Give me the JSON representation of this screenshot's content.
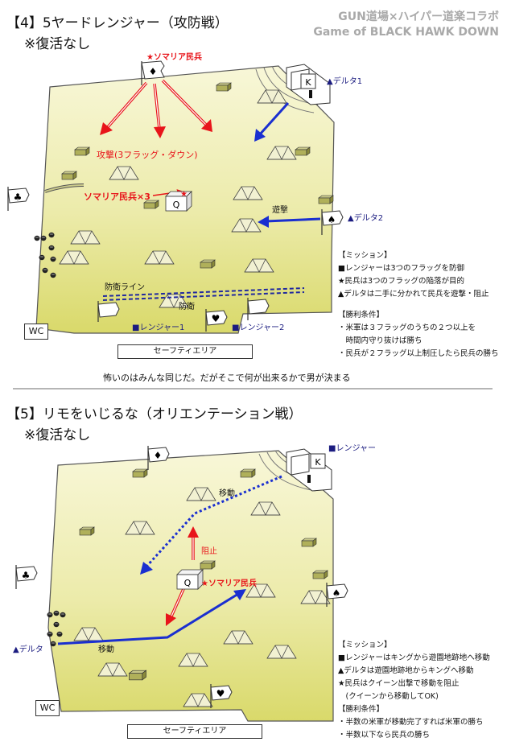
{
  "credit": {
    "line1": "GUN道場×ハイパー道楽コラボ",
    "line2": "Game of BLACK HAWK DOWN"
  },
  "colors": {
    "map_top": "#f8f7d8",
    "map_bottom": "#d9d96a",
    "enemy": "#e8141a",
    "friendly": "#1b1c80"
  },
  "section4": {
    "heading": "【4】5ヤードレンジャー（攻防戦）",
    "subheading": "※復活なし",
    "labels": {
      "somalia_top": "★ソマリア民兵",
      "delta1": "▲デルタ1",
      "delta2": "▲デルタ2",
      "attack": "攻撃(3フラッグ・ダウン)",
      "somalia3": "ソマリア民兵×3",
      "ambush": "遊撃",
      "defense_line": "防衛ライン",
      "defend": "防衛",
      "ranger1": "■レンジャー1",
      "ranger2": "■レンジャー2",
      "wc": "WC",
      "safety": "セーフティエリア",
      "king": "K",
      "queen": "Q"
    },
    "mission": [
      "【ミッション】",
      "■レンジャーは3つのフラッグを防御",
      "★民兵は3つのフラッグの陥落が目的",
      "▲デルタは二手に分かれて民兵を遊撃・阻止",
      "",
      "【勝利条件】",
      "・米軍は３フラッグのうちの２つ以上を",
      "　時間内守り抜けば勝ち",
      "・民兵が２フラッグ以上制圧したら民兵の勝ち"
    ],
    "caption": "怖いのはみんな同じだ。だがそこで何が出来るかで男が決まる"
  },
  "section5": {
    "heading": "【5】リモをいじるな（オリエンテーション戦）",
    "subheading": "※復活なし",
    "labels": {
      "ranger": "■レンジャー",
      "move1": "移動",
      "block": "阻止",
      "somalia": "★ソマリア民兵",
      "delta": "▲デルタ",
      "move2": "移動",
      "wc": "WC",
      "safety": "セーフティエリア",
      "king": "K",
      "queen": "Q"
    },
    "mission": [
      "【ミッション】",
      "■レンジャーはキングから遊園地跡地へ移動",
      "▲デルタは遊園地跡地からキングへ移動",
      "★民兵はクイーン出撃で移動を阻止",
      "　(クイーンから移動してOK)",
      "【勝利条件】",
      "・半数の米軍が移動完了すれば米軍の勝ち",
      "・半数以下なら民兵の勝ち"
    ]
  }
}
